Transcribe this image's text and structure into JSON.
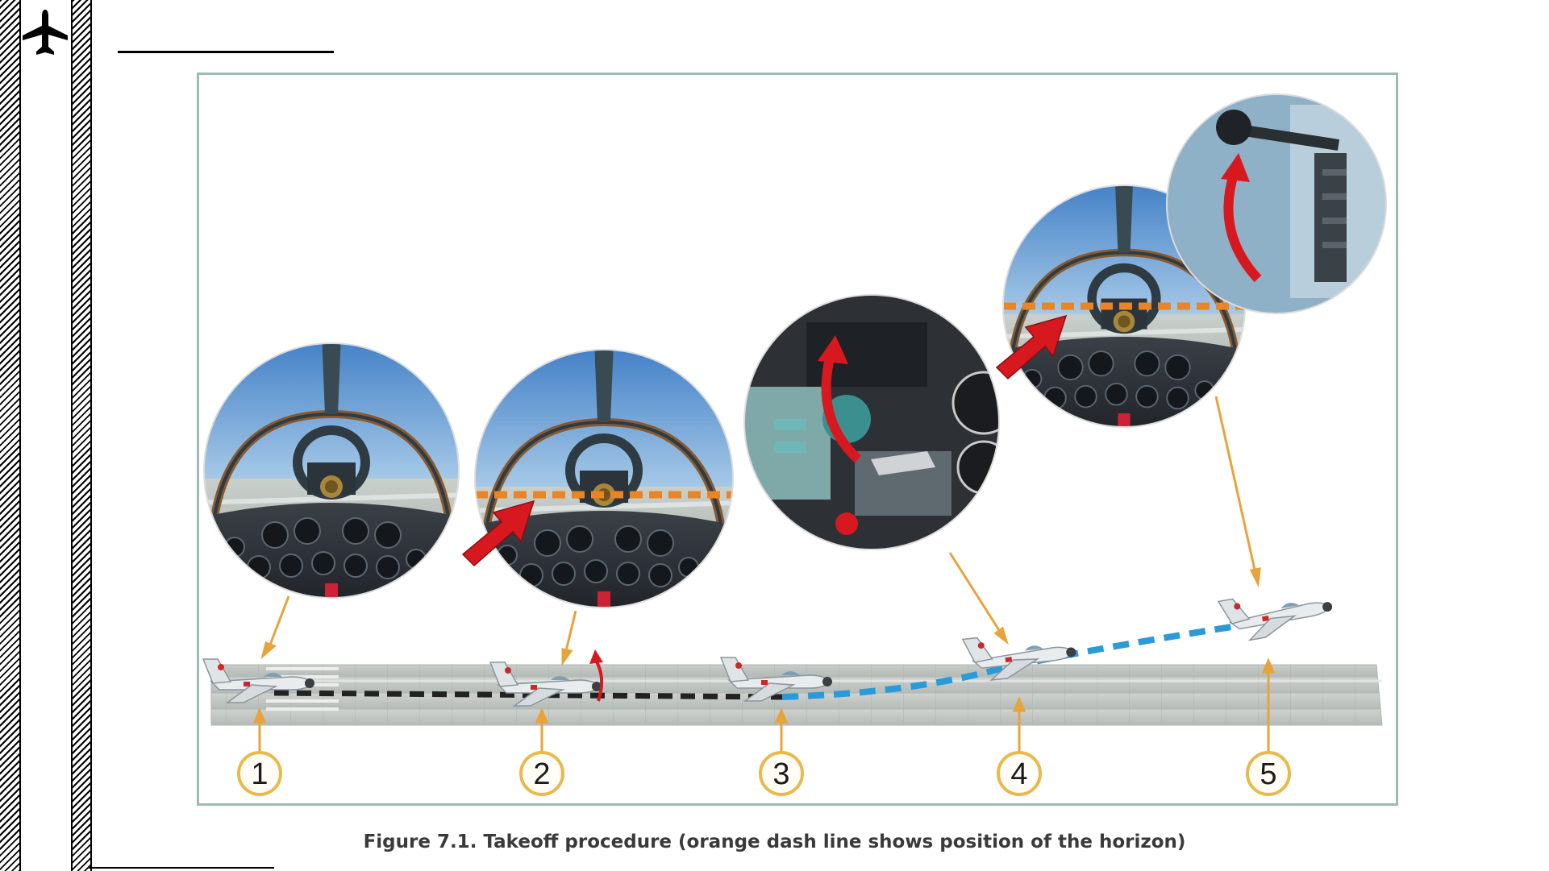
{
  "page": {
    "section_icon": "airplane-icon"
  },
  "figure": {
    "caption": "Figure 7.1. Takeoff procedure (orange dash line shows position of the horizon)",
    "steps": [
      "1",
      "2",
      "3",
      "4",
      "5"
    ],
    "colors": {
      "frame": "#9fbab3",
      "horizon_line": "#e98524",
      "ground_path": "#222222",
      "flight_path": "#2a9ad8",
      "callout_arrow": "#e8a33a",
      "action_arrow": "#d7191f",
      "step_badge_ring": "#e9b949"
    },
    "icons": [
      "cockpit-view",
      "runway",
      "aircraft",
      "throttle-handle",
      "gear-handle"
    ]
  }
}
